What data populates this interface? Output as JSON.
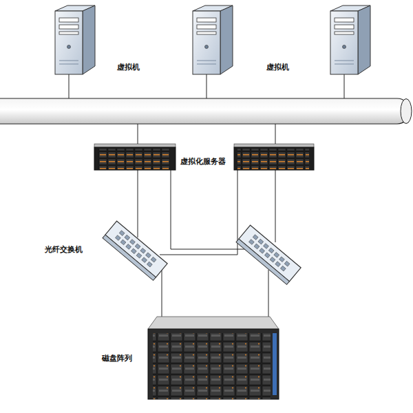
{
  "diagram": {
    "labels": [
      "虚拟机",
      "虚拟机",
      "虚拟化服务器",
      "光纤交换机",
      "磁盘阵列"
    ]
  }
}
